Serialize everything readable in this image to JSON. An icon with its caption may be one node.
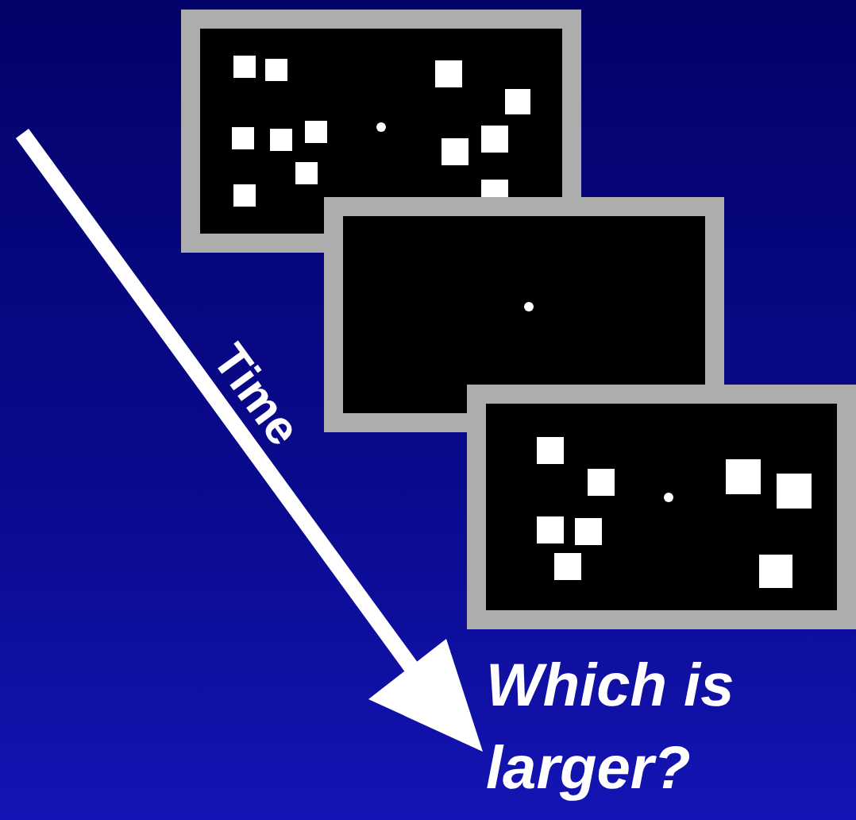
{
  "diagram": {
    "nodes": [
      {
        "text": [],
        "shape": "box"
      },
      {
        "text": [],
        "shape": "box"
      },
      {
        "text": [],
        "shape": "box"
      }
    ],
    "labels": [
      "Time",
      "Which is larger?"
    ]
  }
}
